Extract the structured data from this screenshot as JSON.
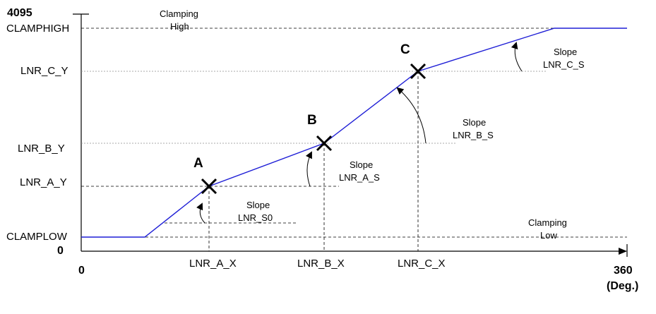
{
  "colors": {
    "curve": "#1f1fd6",
    "axis": "#000000",
    "guide": "#000000",
    "guide_gray": "#8c8c8c"
  },
  "y_axis": {
    "max_label": "4095",
    "zero_label": "0",
    "labels": [
      "CLAMPHIGH",
      "LNR_C_Y",
      "LNR_B_Y",
      "LNR_A_Y",
      "CLAMPLOW"
    ]
  },
  "x_axis": {
    "zero_label": "0",
    "max_label": "360",
    "unit": "(Deg.)",
    "labels": [
      "LNR_A_X",
      "LNR_B_X",
      "LNR_C_X"
    ]
  },
  "points": [
    "A",
    "B",
    "C"
  ],
  "annotations": {
    "clamping_high": [
      "Clamping",
      "High"
    ],
    "clamping_low": [
      "Clamping",
      "Low"
    ],
    "slope_s0": [
      "Slope",
      "LNR_S0"
    ],
    "slope_a": [
      "Slope",
      "LNR_A_S"
    ],
    "slope_b": [
      "Slope",
      "LNR_B_S"
    ],
    "slope_c": [
      "Slope",
      "LNR_C_S"
    ]
  }
}
